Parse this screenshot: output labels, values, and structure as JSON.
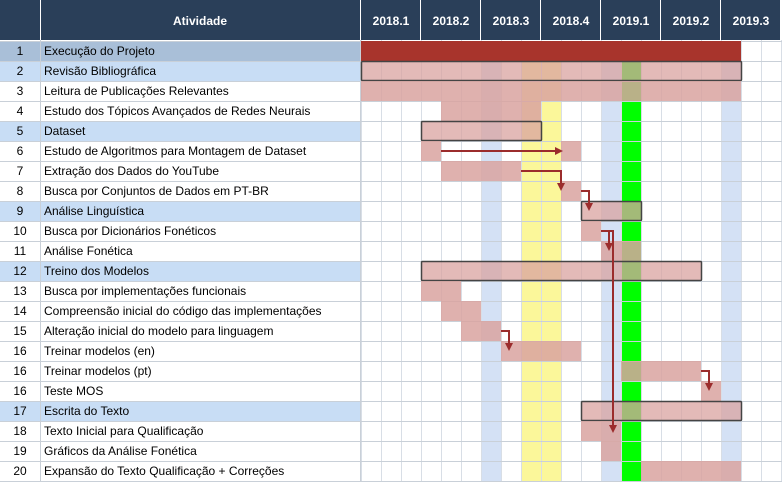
{
  "header": {
    "activity_label": "Atividade",
    "periods": [
      "2018.1",
      "2018.2",
      "2018.3",
      "2018.4",
      "2019.1",
      "2019.2",
      "2019.3"
    ]
  },
  "colors": {
    "header_bg": "#2a3f59",
    "header_text": "#ffffff",
    "group_row_bg": "#c8ddf5",
    "first_row_bg": "#a9bfd8",
    "task_bar": "#d9a3a0",
    "group_bar_outline": "#444444",
    "project_bar": "#a8342c",
    "arrow": "#9b2c2c",
    "highlight_blue": "#d4e1f5",
    "highlight_yellow": "#fbf79a",
    "highlight_green": "#00ff00"
  },
  "tasks": [
    {
      "num": "1",
      "name": "Execução do Projeto",
      "kind": "project",
      "start": 0,
      "end": 19
    },
    {
      "num": "2",
      "name": "Revisão Bibliográfica",
      "kind": "group",
      "start": 0,
      "end": 19
    },
    {
      "num": "3",
      "name": "Leitura de Publicações Relevantes",
      "kind": "task",
      "start": 0,
      "end": 19
    },
    {
      "num": "4",
      "name": "Estudo dos Tópicos Avançados de Redes Neurais",
      "kind": "task",
      "start": 4,
      "end": 9
    },
    {
      "num": "5",
      "name": "Dataset",
      "kind": "group",
      "start": 3,
      "end": 9
    },
    {
      "num": "6",
      "name": "Estudo de Algoritmos para Montagem de Dataset",
      "kind": "task_multi",
      "segments": [
        [
          3,
          4
        ],
        [
          10,
          11
        ]
      ]
    },
    {
      "num": "7",
      "name": "Extração dos Dados do YouTube",
      "kind": "task",
      "start": 4,
      "end": 8
    },
    {
      "num": "8",
      "name": "Busca por Conjuntos de Dados em PT-BR",
      "kind": "task",
      "start": 10,
      "end": 11
    },
    {
      "num": "9",
      "name": "Análise Linguística",
      "kind": "group",
      "start": 11,
      "end": 14
    },
    {
      "num": "10",
      "name": "Busca por Dicionários Fonéticos",
      "kind": "task",
      "start": 11,
      "end": 12
    },
    {
      "num": "11",
      "name": "Análise Fonética",
      "kind": "task",
      "start": 12,
      "end": 14
    },
    {
      "num": "12",
      "name": "Treino dos Modelos",
      "kind": "group",
      "start": 3,
      "end": 17
    },
    {
      "num": "13",
      "name": "Busca por implementações funcionais",
      "kind": "task",
      "start": 3,
      "end": 5
    },
    {
      "num": "14",
      "name": "Compreensão inicial do código das implementações",
      "kind": "task",
      "start": 4,
      "end": 6
    },
    {
      "num": "15",
      "name": "Alteração inicial do modelo para linguagem",
      "kind": "task",
      "start": 5,
      "end": 7
    },
    {
      "num": "16",
      "name": "Treinar modelos (en)",
      "kind": "task",
      "start": 7,
      "end": 11
    },
    {
      "num": "16",
      "name": "Treinar modelos (pt)",
      "kind": "task",
      "start": 13,
      "end": 17
    },
    {
      "num": "16",
      "name": "Teste MOS",
      "kind": "task",
      "start": 17,
      "end": 18
    },
    {
      "num": "17",
      "name": "Escrita do Texto",
      "kind": "group",
      "start": 11,
      "end": 19
    },
    {
      "num": "18",
      "name": "Texto Inicial para Qualificação",
      "kind": "task",
      "start": 11,
      "end": 13
    },
    {
      "num": "19",
      "name": "Gráficos da Análise Fonética",
      "kind": "task",
      "start": 12,
      "end": 13
    },
    {
      "num": "20",
      "name": "Expansão do Texto Qualificação + Correções",
      "kind": "task",
      "start": 14,
      "end": 19
    }
  ],
  "highlight_columns": [
    {
      "col": 6,
      "color": "highlight_blue"
    },
    {
      "col": 8,
      "color": "highlight_yellow"
    },
    {
      "col": 9,
      "color": "highlight_yellow"
    },
    {
      "col": 12,
      "color": "highlight_blue"
    },
    {
      "col": 13,
      "color": "highlight_green"
    },
    {
      "col": 18,
      "color": "highlight_blue"
    }
  ],
  "arrows": [
    {
      "from_row": 5,
      "from_col": 4,
      "to_row": 5,
      "to_col": 10,
      "style": "straight"
    },
    {
      "from_row": 6,
      "from_col": 8,
      "to_row": 7,
      "to_col": 10,
      "style": "elbow"
    },
    {
      "from_row": 7,
      "from_col": 11,
      "to_row": 8,
      "to_col": 11.4,
      "style": "elbow"
    },
    {
      "from_row": 9,
      "from_col": 12,
      "to_row": 10,
      "to_col": 12.4,
      "style": "elbow"
    },
    {
      "from_row": 9,
      "from_col": 12,
      "to_row": 19,
      "to_col": 12.6,
      "style": "long"
    },
    {
      "from_row": 14,
      "from_col": 7,
      "to_row": 15,
      "to_col": 7.4,
      "style": "elbow"
    },
    {
      "from_row": 16,
      "from_col": 17,
      "to_row": 17,
      "to_col": 17.4,
      "style": "elbow"
    },
    {
      "from_row": 10,
      "from_col": 11,
      "to_row": 8,
      "to_col": 11.4,
      "style": "none"
    }
  ]
}
